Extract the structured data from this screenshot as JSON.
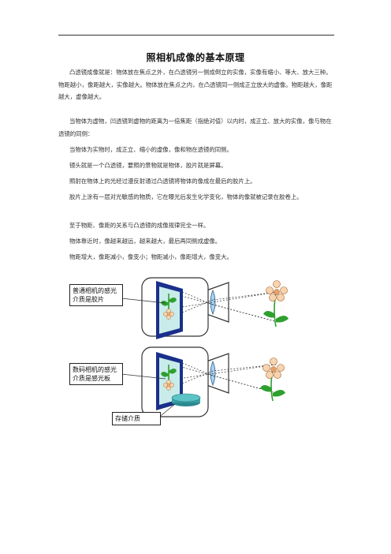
{
  "doc": {
    "title": "照相机成像的基本原理",
    "paragraphs": [
      "凸透镜成像就是：物体放在焦点之外，在凸透镜另一侧成倒立的实像，实像有缩小、等大、放大三种。物距越小，像距越大，实像越大。物体放在焦点之内，在凸透镜同一侧成正立放大的虚像。物距越大，像距越大，虚像越大。",
      "当物体为虚物，凹透镜到虚物的距离为一倍焦距（指绝对值）以内时，成正立、放大的实像，像与物在透镜的同侧：",
      "当物体为实物时，成正立、缩小的虚像，像和物在透镜的同侧。",
      "镜头就是一个凸透镜，要照的景物就是物体，胶片就是屏幕。",
      "照射在物体上的光经过漫反射通过凸透镜将物体的像成在最后的胶片上。",
      "胶片上涂有一层对光敏感的物质，它在曝光后发生化学变化，物体的像就被记录在胶卷上。",
      "至于物距、像距的关系与凸透镜的成像规律完全一样。",
      "物体靠近时，像越来越远，越来越大，最后再同侧成虚像。",
      "物距增大，像距减小，像变小；物距减小，像距增大，像变大。"
    ]
  },
  "figure": {
    "label_film": "普通相机的感光介质是胶片",
    "label_sensor": "数码相机的感光介质是感光板",
    "label_storage": "存储介质"
  },
  "colors": {
    "sensor_frame": "#1a2f8a",
    "sensor_fill": "#c9ecea",
    "lens": "#a9d4f2",
    "flower_petal": "#f6d4b0",
    "stem": "#2ea02e",
    "disk": "#3aa3a8"
  }
}
